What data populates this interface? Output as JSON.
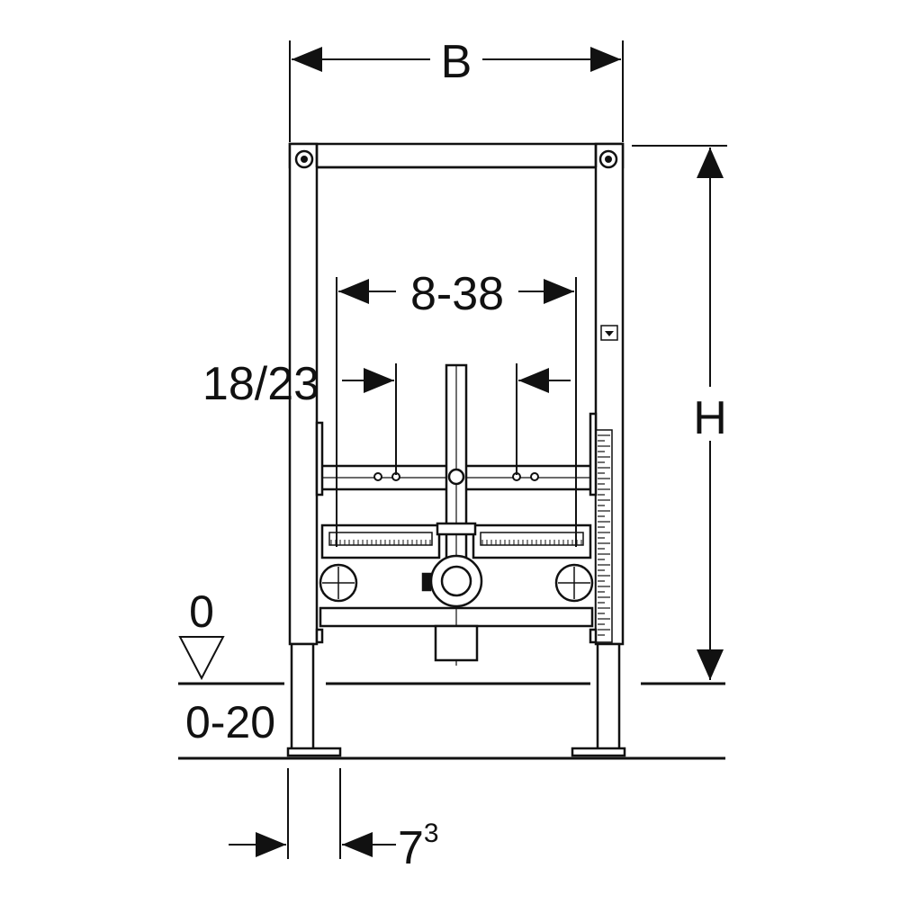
{
  "diagram": {
    "dim_width": "B",
    "dim_height": "H",
    "dim_spacing": "8-38",
    "dim_connection": "18/23",
    "floor_level": "0",
    "floor_adjust": "0-20",
    "foot_offset_base": "7",
    "foot_offset_sup": "3"
  },
  "colors": {
    "line": "#111111",
    "background": "#ffffff"
  }
}
